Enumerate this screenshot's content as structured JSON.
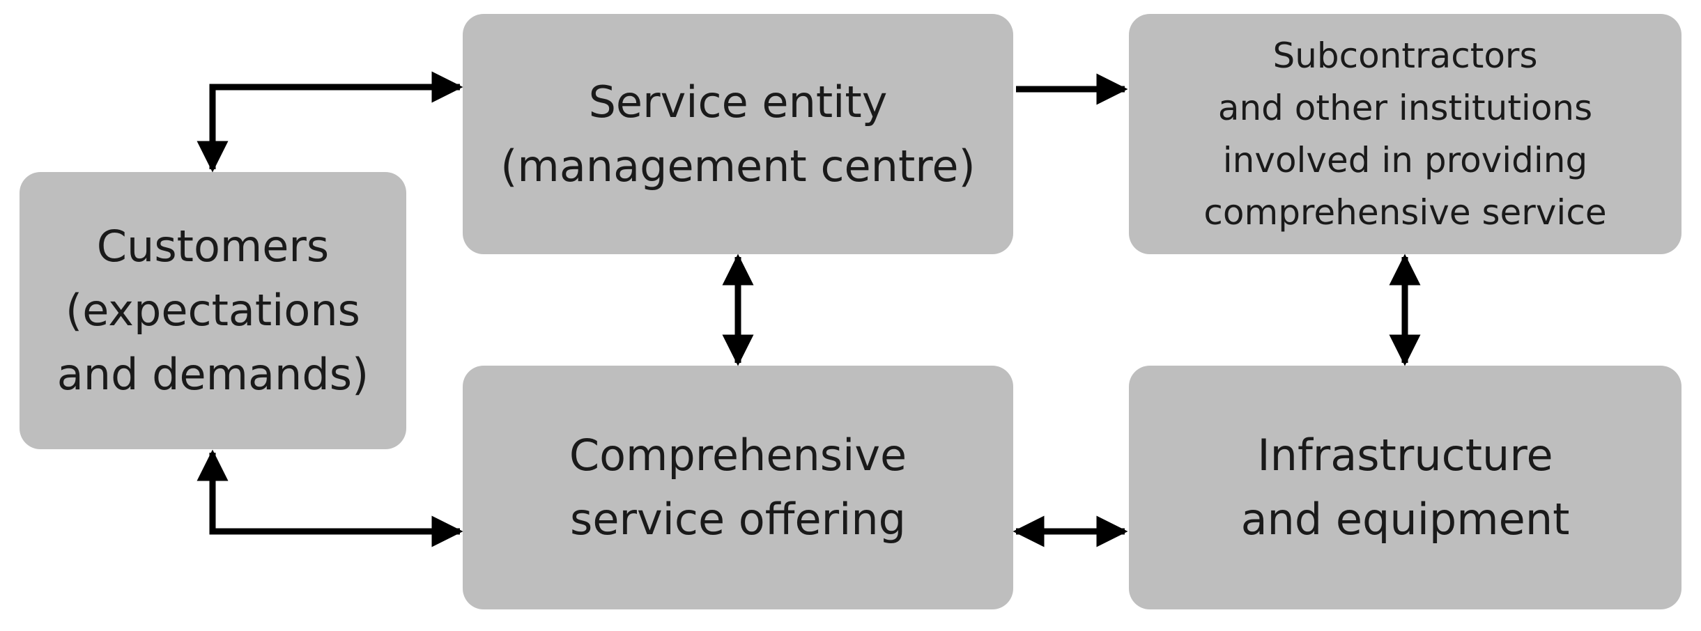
{
  "diagram": {
    "nodes": {
      "customers": {
        "lines": [
          "Customers",
          "(expectations",
          "and demands)"
        ]
      },
      "service_entity": {
        "lines": [
          "Service entity",
          "(management centre)"
        ]
      },
      "subcontractors": {
        "lines": [
          "Subcontractors",
          "and other institutions",
          "involved in providing",
          "comprehensive service"
        ]
      },
      "offering": {
        "lines": [
          "Comprehensive",
          "service offering"
        ]
      },
      "infrastructure": {
        "lines": [
          "Infrastructure",
          "and equipment"
        ]
      }
    },
    "edges": [
      {
        "from": "customers",
        "to": "service_entity",
        "direction": "both"
      },
      {
        "from": "service_entity",
        "to": "subcontractors",
        "direction": "forward"
      },
      {
        "from": "service_entity",
        "to": "offering",
        "direction": "both"
      },
      {
        "from": "subcontractors",
        "to": "infrastructure",
        "direction": "both"
      },
      {
        "from": "offering",
        "to": "customers",
        "direction": "both"
      },
      {
        "from": "offering",
        "to": "infrastructure",
        "direction": "both"
      }
    ],
    "colors": {
      "box_fill": "#bebebe",
      "text": "#1a1a1a",
      "arrow": "#000000"
    }
  }
}
